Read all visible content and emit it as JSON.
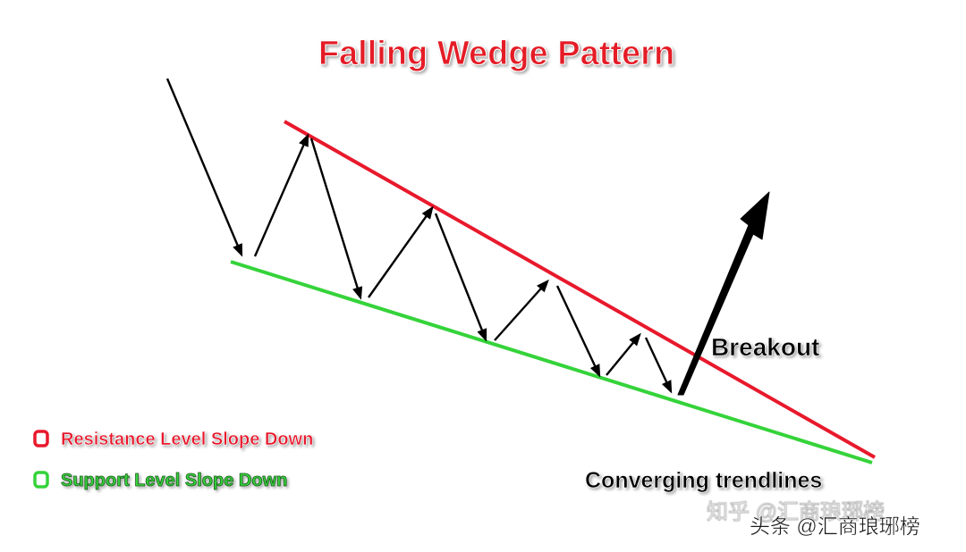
{
  "title": "Falling Wedge Pattern",
  "labels": {
    "breakout": "Breakout",
    "converging": "Converging trendlines"
  },
  "legend": {
    "resistance": "Resistance Level Slope Down",
    "support": "Support Level Slope Down"
  },
  "watermarks": {
    "zhihu": "知乎 @汇商琅琊榜",
    "toutiao": "头条 @汇商琅琊榜"
  },
  "colors": {
    "resistance": "#e8192c",
    "support": "#35d33a",
    "title": "#e41e26",
    "arrow": "#000000",
    "label": "#000000"
  }
}
